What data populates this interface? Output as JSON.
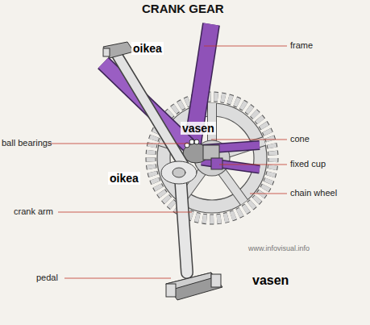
{
  "diagram": {
    "title": "CRANK GEAR",
    "labels": [
      "frame",
      "ball bearings",
      "cone",
      "fixed cup",
      "chain wheel",
      "crank arm",
      "pedal",
      "www.infovisual.info",
      "oikea",
      "vasen",
      "oikea",
      "vasen"
    ]
  }
}
